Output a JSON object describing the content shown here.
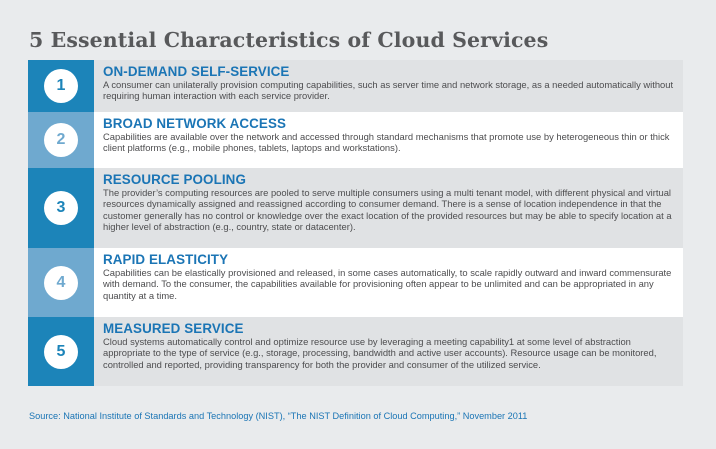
{
  "title": "5 Essential Characteristics of Cloud Services",
  "items": [
    {
      "number": "1",
      "heading": "ON-DEMAND SELF-SERVICE",
      "description": "A consumer can unilaterally provision computing capabilities, such as server time and network storage, as a needed automatically without requiring human interaction with each service provider."
    },
    {
      "number": "2",
      "heading": "BROAD NETWORK ACCESS",
      "description": "Capabilities are available over the network and accessed through standard mechanisms that promote use by heterogeneous thin or thick client platforms (e.g., mobile phones, tablets, laptops and workstations)."
    },
    {
      "number": "3",
      "heading": "RESOURCE POOLING",
      "description": "The provider’s computing resources are pooled to serve multiple consumers using a multi tenant model, with different physical and virtual resources dynamically assigned and reassigned according to consumer demand. There is a sense of location independence in that the customer generally has no control or knowledge over the exact location of the provided resources but may be able to specify location at a higher level of abstraction (e.g., country, state or datacenter)."
    },
    {
      "number": "4",
      "heading": "RAPID ELASTICITY",
      "description": "Capabilities can be elastically provisioned and released, in some cases automatically, to scale rapidly outward and inward commensurate with demand. To the consumer, the capabilities available for provisioning often appear to be unlimited and can be appropriated in any quantity at a time."
    },
    {
      "number": "5",
      "heading": "MEASURED SERVICE",
      "description": "Cloud systems automatically control and optimize resource use by leveraging a meeting capability1 at some level of abstraction appropriate to the type of service (e.g., storage, processing, bandwidth and active user accounts). Resource usage can be monitored, controlled and reported, providing transparency for both the provider and consumer of the utilized service."
    }
  ],
  "source": "Source: National Institute of Standards and Technology (NIST), “The NIST Definition of Cloud Computing,” November 2011",
  "colors": {
    "dark_blue": "#1c84b9",
    "light_blue": "#6fa9cf",
    "heading_blue": "#1b75b5",
    "background": "#e9ebed"
  }
}
